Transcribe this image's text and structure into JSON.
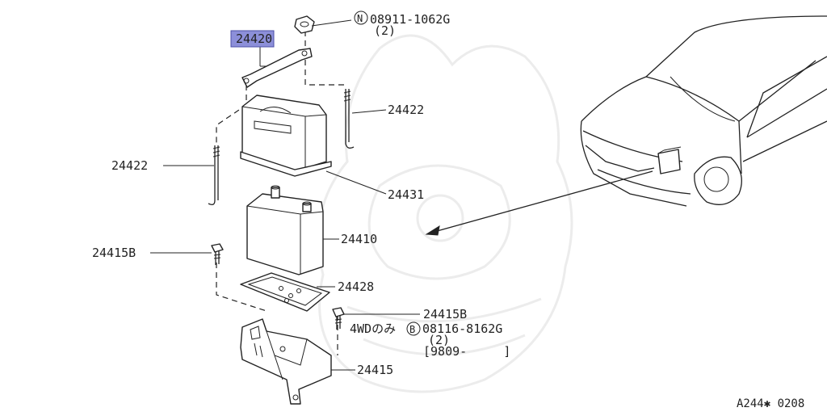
{
  "watermark": {
    "name": "samurai-helmet-watermark",
    "color": "#ececec"
  },
  "highlight_color": "#8c8fd9",
  "callouts": [
    {
      "id": "c24420",
      "text": "24420",
      "highlighted": true
    },
    {
      "id": "cnut",
      "text": "08911-1062G",
      "badge": "N"
    },
    {
      "id": "cnutq",
      "text": "(2)"
    },
    {
      "id": "c24422r",
      "text": "24422"
    },
    {
      "id": "c24422l",
      "text": "24422"
    },
    {
      "id": "c24431",
      "text": "24431"
    },
    {
      "id": "c24410",
      "text": "24410"
    },
    {
      "id": "c24415bl",
      "text": "24415B"
    },
    {
      "id": "c24428",
      "text": "24428"
    },
    {
      "id": "c24415br",
      "text": "24415B"
    },
    {
      "id": "c4wd",
      "text": "4WDのみ"
    },
    {
      "id": "cbolt",
      "text": "08116-8162G",
      "badge": "B"
    },
    {
      "id": "cboltq",
      "text": "(2)"
    },
    {
      "id": "cdate",
      "text": "[9809-     ]"
    },
    {
      "id": "c24415",
      "text": "24415"
    }
  ],
  "figure_code": "A244✱ 0208"
}
